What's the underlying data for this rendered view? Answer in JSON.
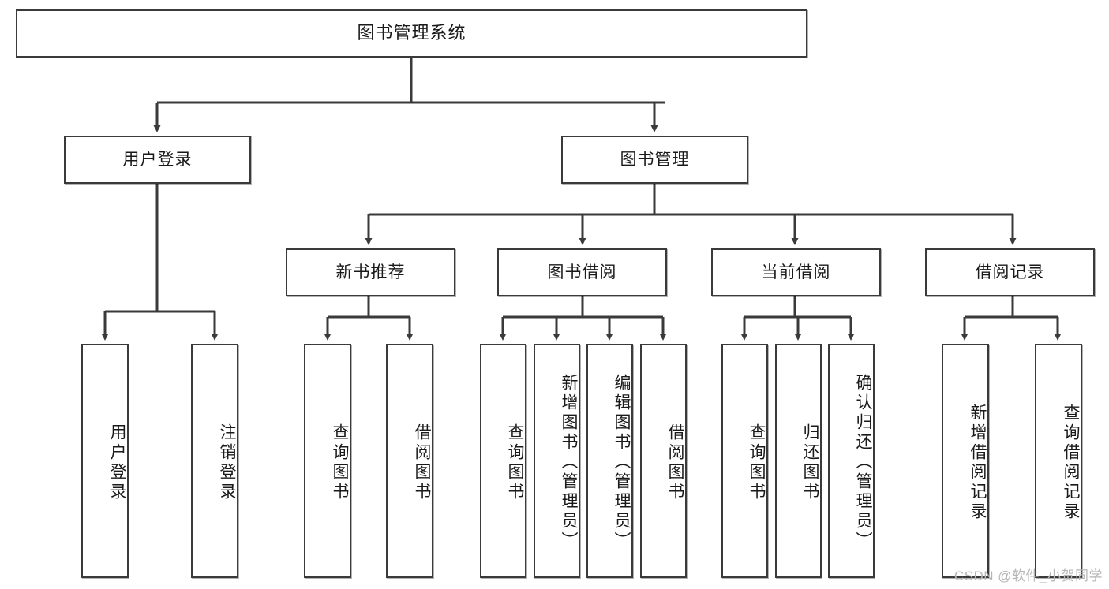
{
  "diagram": {
    "type": "tree",
    "title": "图书管理系统",
    "orientation": "top-down",
    "edge_color": "#3a3a3a",
    "box_border_color": "#3a3a3a",
    "box_fill_color": "#ffffff",
    "text_color": "#1a1a1a"
  },
  "root": {
    "label": "图书管理系统"
  },
  "level2": [
    {
      "label": "用户登录"
    },
    {
      "label": "图书管理"
    }
  ],
  "level3": [
    {
      "label": "新书推荐"
    },
    {
      "label": "图书借阅"
    },
    {
      "label": "当前借阅"
    },
    {
      "label": "借阅记录"
    }
  ],
  "leaves": {
    "user_login": [
      {
        "label": "用户登录"
      },
      {
        "label": "注销登录"
      }
    ],
    "new_book_recommend": [
      {
        "label": "查询图书"
      },
      {
        "label": "借阅图书"
      }
    ],
    "book_borrow": [
      {
        "label": "查询图书"
      },
      {
        "label": "新增图书（管理员）"
      },
      {
        "label": "编辑图书（管理员）"
      },
      {
        "label": "借阅图书"
      }
    ],
    "current_borrow": [
      {
        "label": "查询图书"
      },
      {
        "label": "归还图书"
      },
      {
        "label": "确认归还（管理员）"
      }
    ],
    "borrow_record": [
      {
        "label": "新增借阅记录"
      },
      {
        "label": "查询借阅记录"
      }
    ]
  },
  "watermark": {
    "text": "CSDN @软件_小贺同学",
    "color": "#b6b6b6"
  }
}
